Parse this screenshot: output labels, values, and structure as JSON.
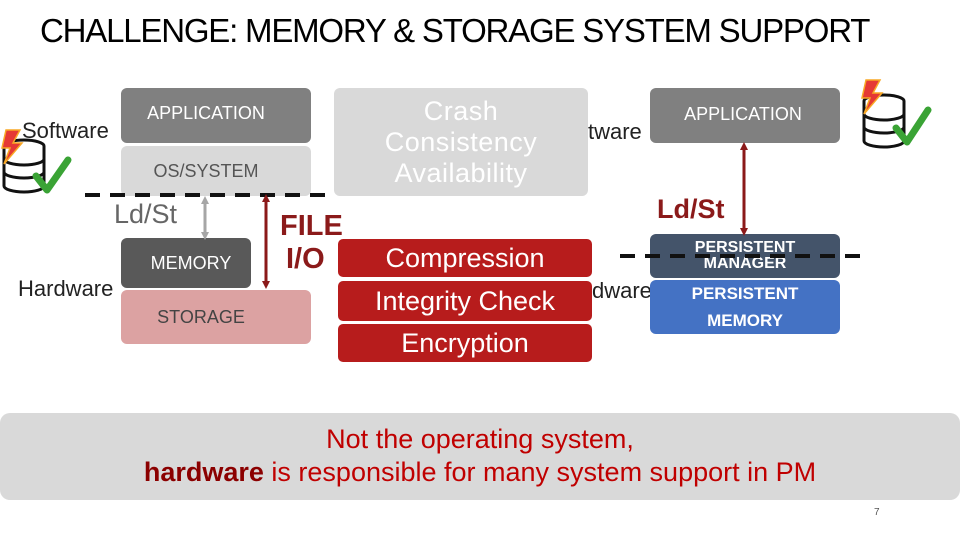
{
  "title": "CHALLENGE: MEMORY & STORAGE SYSTEM SUPPORT",
  "left": {
    "software_label": "Software",
    "hardware_label": "Hardware",
    "application": "APPLICATION",
    "os_system": "OS/SYSTEM",
    "ld_st": "Ld/St",
    "memory": "MEMORY",
    "storage": "STORAGE",
    "file_io_1": "FILE",
    "file_io_2": "I/O"
  },
  "middle": {
    "crash": "Crash",
    "consistency": "Consistency",
    "availability": "Availability",
    "compression": "Compression",
    "integrity": "Integrity Check",
    "encryption": "Encryption"
  },
  "right": {
    "software_partial": "tware",
    "hardware_partial": "dware",
    "application": "APPLICATION",
    "ld_st": "Ld/St",
    "pm_manager_1": "PERSISTENT",
    "pm_manager_2": "MANAGER",
    "pm_memory_1": "PERSISTENT",
    "pm_memory_2": "MEMORY"
  },
  "note": {
    "line1": "Not the operating system,",
    "bold": "hardware",
    "rest": " is responsible for many system support in PM"
  },
  "page_number": "7",
  "colors": {
    "red": "#b71c1c",
    "navy": "#44546a",
    "blue": "#4472c4",
    "arrow": "#8b1a1a",
    "check": "#3aa335"
  },
  "icons": [
    "database-icon",
    "lightning-icon",
    "checkmark-icon"
  ]
}
